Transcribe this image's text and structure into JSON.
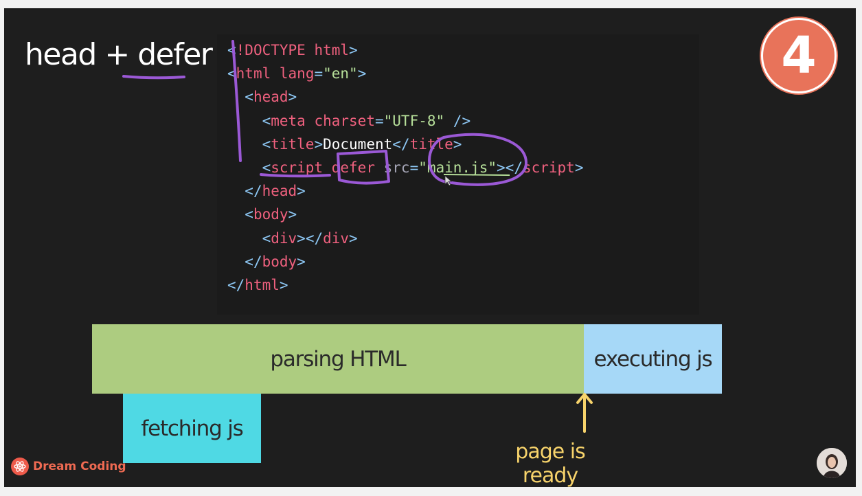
{
  "slide": {
    "title_prefix": "head + ",
    "title_keyword": "defer",
    "badge_number": "4"
  },
  "code": {
    "line1": {
      "open": "<",
      "tag": "!DOCTYPE",
      "sp": " ",
      "rest": "html",
      "close": ">"
    },
    "line2": {
      "open": "<",
      "tag": "html",
      "attr": "lang",
      "eq": "=",
      "val": "\"en\"",
      "close": ">"
    },
    "line3": {
      "open": "<",
      "tag": "head",
      "close": ">"
    },
    "line4": {
      "open": "<",
      "tag": "meta",
      "attr": "charset",
      "eq": "=",
      "val": "\"UTF-8\"",
      "close": " />"
    },
    "line5": {
      "open": "<",
      "tag": "title",
      "close": ">",
      "text": "Document",
      "end_open": "</",
      "end_tag": "title",
      "end_close": ">"
    },
    "line6": {
      "open": "<",
      "tag": "script",
      "attr1": "defer",
      "attr2": "src",
      "eq": "=",
      "val": "\"main.js\"",
      "close": ">",
      "end_open": "</",
      "end_tag": "script",
      "end_close": ">"
    },
    "line7": {
      "open": "</",
      "tag": "head",
      "close": ">"
    },
    "line8": {
      "open": "<",
      "tag": "body",
      "close": ">"
    },
    "line9": {
      "open": "<",
      "tag": "div",
      "mid": "></",
      "tag2": "div",
      "close": ">"
    },
    "line10": {
      "open": "</",
      "tag": "body",
      "close": ">"
    },
    "line11": {
      "open": "</",
      "tag": "html",
      "close": ">"
    }
  },
  "timeline": {
    "parsing_label": "parsing HTML",
    "executing_label": "executing js",
    "fetching_label": "fetching js",
    "ready_label": "page is ready"
  },
  "brand": {
    "name": "Dream Coding"
  },
  "colors": {
    "background": "#1e1e1e",
    "parsing": "#adcc80",
    "executing": "#a6d8f7",
    "fetching": "#4fd9e4",
    "ready": "#f7d36b",
    "annotation": "#9b59d6",
    "badge": "#e8735a",
    "brand": "#ef6a52"
  }
}
